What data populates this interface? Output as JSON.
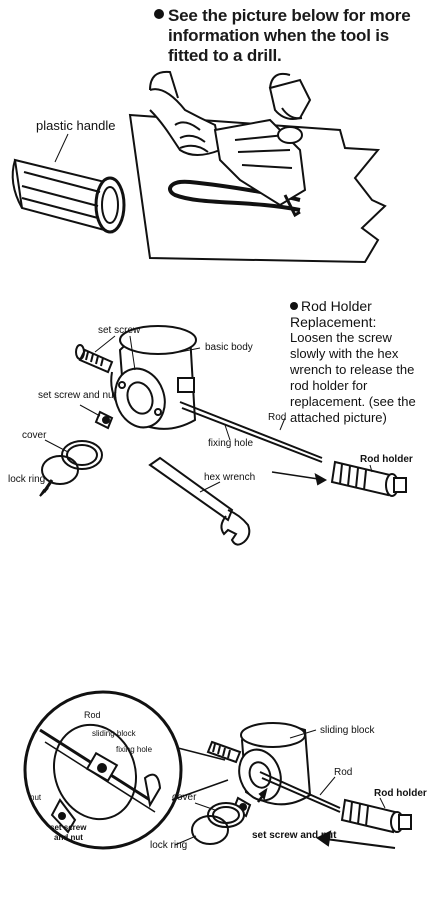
{
  "header": {
    "text": "See the picture below for more information when the tool is fitted to a drill."
  },
  "figure1": {
    "plastic_handle_label": "plastic handle"
  },
  "rod_holder_note": {
    "title": "Rod Holder Replacement:",
    "body": "Loosen the screw slowly with the hex wrench to release the rod holder for replacement. (see the attached picture)"
  },
  "figure2": {
    "labels": {
      "set_screw": "set screw",
      "basic_body": "basic body",
      "set_screw_and_nut": "set screw and nut",
      "cover": "cover",
      "lock_ring": "lock ring",
      "rod": "Rod",
      "fixing_hole": "fixing hole",
      "rod_holder": "Rod holder",
      "hex_wrench": "hex wrench"
    }
  },
  "figure3": {
    "labels": {
      "rod_inset": "Rod",
      "sliding_block_inset": "sliding block",
      "fixing_hole_inset": "fixing hole",
      "nut": "nut",
      "set_screw_inset": "set screw",
      "and_nut_inset": "and nut",
      "sliding_block": "sliding block",
      "rod": "Rod",
      "rod_holder": "Rod holder",
      "cover": "cover",
      "set_screw_and_nut": "set screw and nut",
      "lock_ring": "lock ring"
    }
  }
}
